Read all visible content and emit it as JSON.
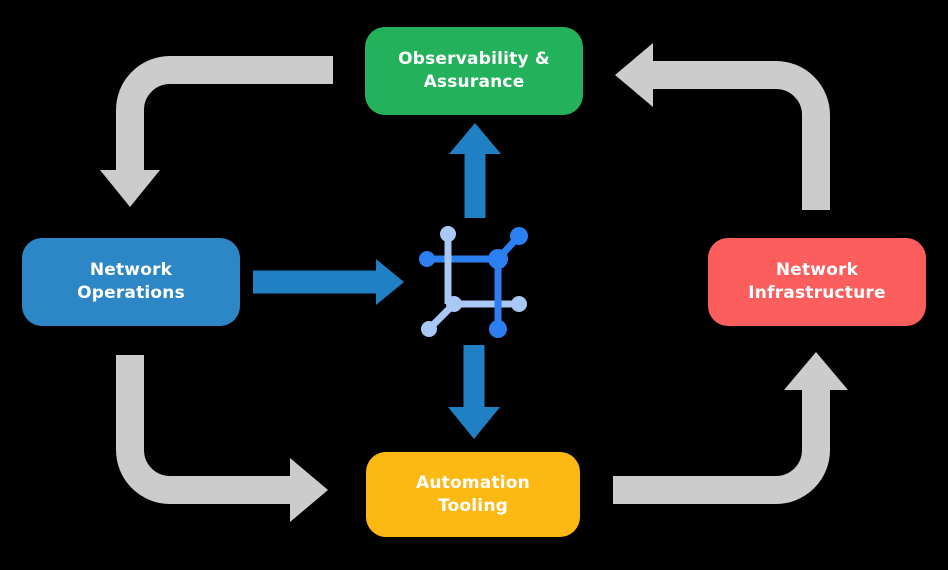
{
  "background_color": "#000000",
  "nodes": [
    {
      "id": "observability-assurance",
      "label": "Observability &\nAssurance",
      "color": "#24b15b",
      "text_color": "#ffffff"
    },
    {
      "id": "network-operations",
      "label": "Network\nOperations",
      "color": "#2d86c5",
      "text_color": "#ffffff"
    },
    {
      "id": "network-infrastructure",
      "label": "Network\nInfrastructure",
      "color": "#fc5e5e",
      "text_color": "#ffffff"
    },
    {
      "id": "automation-tooling",
      "label": "Automation\nTooling",
      "color": "#fdb913",
      "text_color": "#ffffff"
    }
  ],
  "colors": {
    "cycle_arrow": "#cccccc",
    "flow_arrow": "#1f80c4",
    "icon_dark": "#2b7ff0",
    "icon_light": "#a9c8f5"
  },
  "center_icon": {
    "name": "network-fabric-icon",
    "description": "network nodes and links glyph at diagram center"
  },
  "cycle_arrows": [
    {
      "from": "observability-assurance",
      "to": "network-operations"
    },
    {
      "from": "network-operations",
      "to": "automation-tooling"
    },
    {
      "from": "automation-tooling",
      "to": "network-infrastructure"
    },
    {
      "from": "network-infrastructure",
      "to": "observability-assurance"
    }
  ],
  "flow_arrows": [
    {
      "from": "network-operations",
      "to": "network-fabric-icon"
    },
    {
      "from": "network-fabric-icon",
      "to": "observability-assurance"
    },
    {
      "from": "network-fabric-icon",
      "to": "automation-tooling"
    }
  ]
}
